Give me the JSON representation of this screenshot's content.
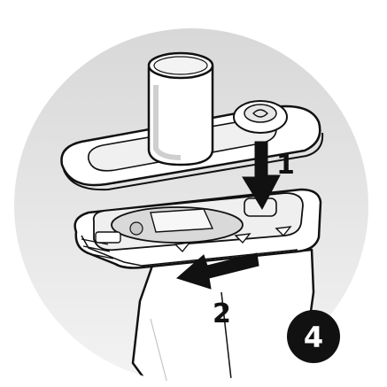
{
  "figure": {
    "step_labels": [
      "1",
      "2"
    ],
    "step_badge": "4",
    "colors": {
      "background_circle": "#e4e4e4",
      "outline": "#111111",
      "part_fill": "#ffffff",
      "shade": "#cfcfcf",
      "arrow": "#111111",
      "badge_fill": "#111111",
      "badge_text": "#ffffff"
    },
    "icons": [
      "press-down-arrow-icon",
      "slide-left-arrow-icon"
    ]
  }
}
